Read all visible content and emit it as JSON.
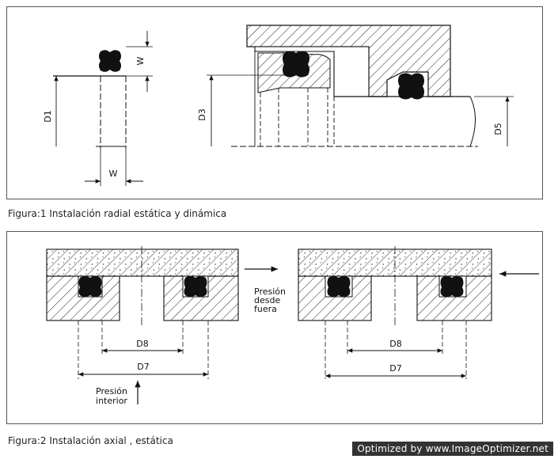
{
  "figure1": {
    "caption": "Figura:1 Instalación radial estática y dinámica",
    "labels": {
      "w_vertical": "W",
      "w_horizontal": "W",
      "d1": "D1",
      "d3": "D3",
      "d5": "D5"
    }
  },
  "figure2": {
    "caption": "Figura:2 Instalación axial , estática",
    "labels": {
      "d8_left": "D8",
      "d7_left": "D7",
      "d8_right": "D8",
      "d7_right": "D7",
      "inner_pressure_line1": "Presión",
      "inner_pressure_line2": "interior",
      "outer_pressure_line1": "Presión",
      "outer_pressure_line2": "desde",
      "outer_pressure_line3": "fuera"
    }
  },
  "watermark": "Optimized by www.ImageOptimizer.net",
  "colors": {
    "line": "#111111",
    "seal": "#111111",
    "border": "#555555",
    "watermark_bg": "#333333"
  }
}
